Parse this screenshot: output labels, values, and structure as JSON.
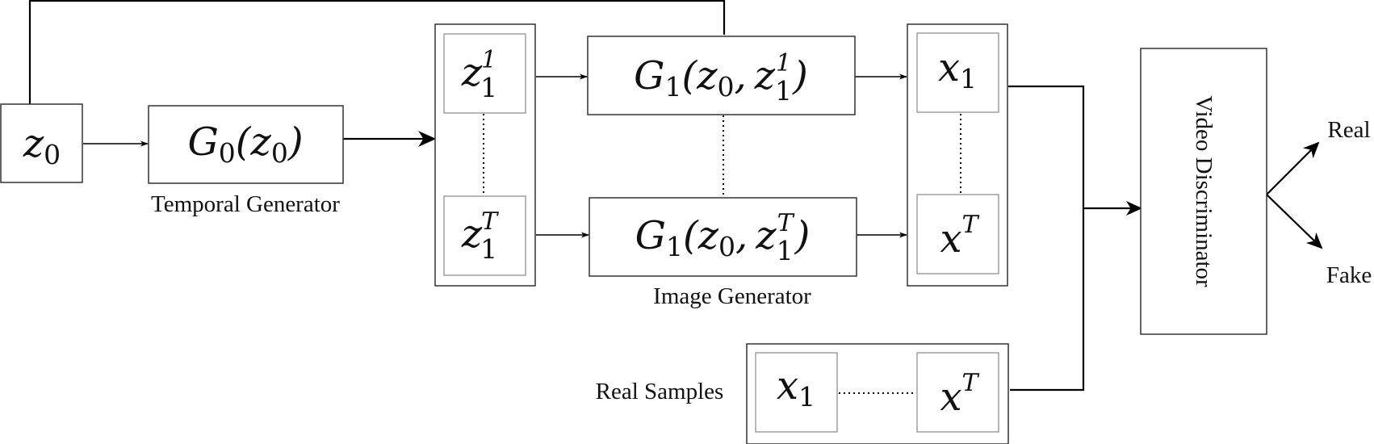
{
  "labels": {
    "temporal_generator": "Temporal Generator",
    "image_generator": "Image Generator",
    "real_samples": "Real Samples",
    "video_discriminator": "Video Discriminator",
    "real": "Real",
    "fake": "Fake"
  },
  "math": {
    "z0": {
      "base": "z",
      "sub": "0"
    },
    "g0": {
      "func": "G",
      "func_sub": "0",
      "arg": "z",
      "arg_sub": "0"
    },
    "z1_1": {
      "base": "z",
      "sub": "1",
      "sup": "1"
    },
    "z1_T": {
      "base": "z",
      "sub": "1",
      "sup": "T"
    },
    "g1_top": {
      "func": "G",
      "func_sub": "1",
      "arg1": "z",
      "arg1_sub": "0",
      "arg2": "z",
      "arg2_sub": "1",
      "arg2_sup": "1"
    },
    "g1_bot": {
      "func": "G",
      "func_sub": "1",
      "arg1": "z",
      "arg1_sub": "0",
      "arg2": "z",
      "arg2_sub": "1",
      "arg2_sup": "T"
    },
    "x1": {
      "base": "x",
      "sub": "1"
    },
    "xT": {
      "base": "x",
      "sup": "T"
    }
  },
  "punct": {
    "open": "(",
    "close": ")",
    "comma": ","
  }
}
